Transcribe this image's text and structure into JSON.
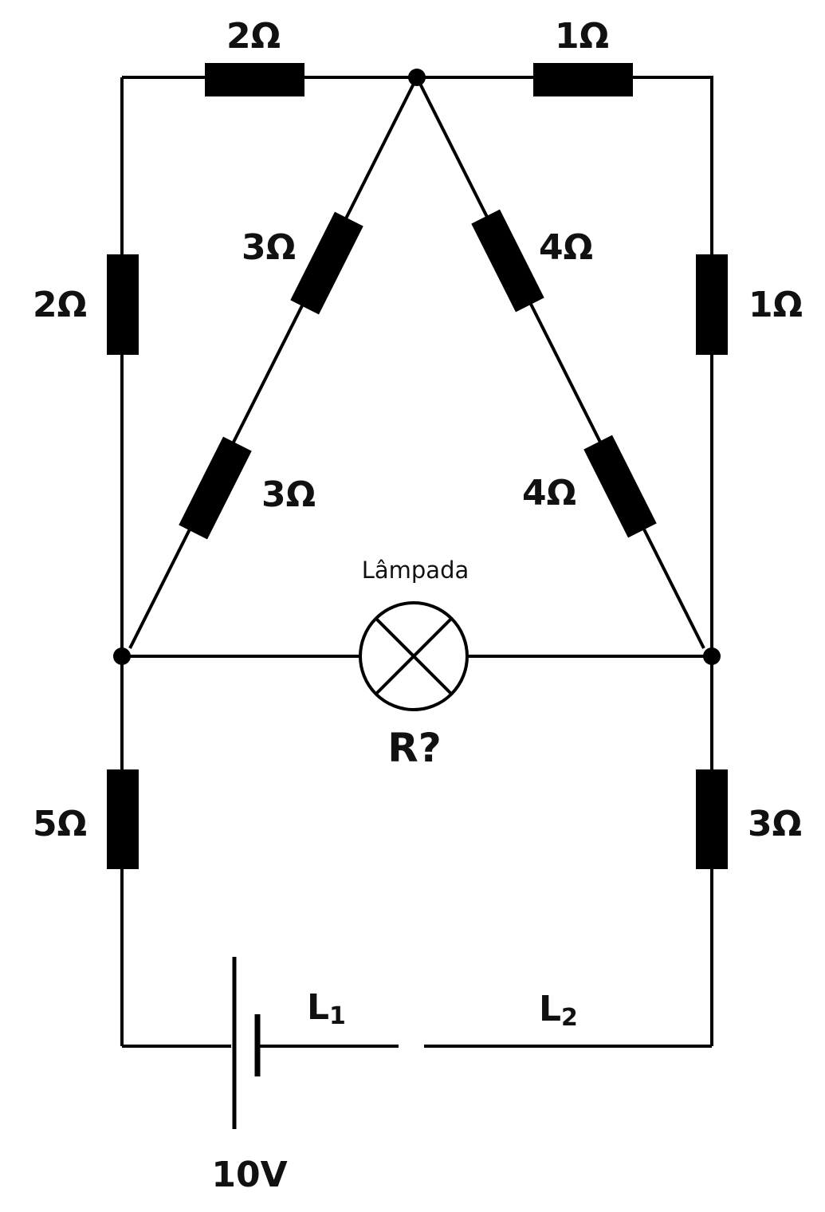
{
  "resistors": {
    "top_left": "2Ω",
    "top_right": "1Ω",
    "left_upper": "2Ω",
    "right_upper": "1Ω",
    "diag_left_upper": "3Ω",
    "diag_left_lower": "3Ω",
    "diag_right_upper": "4Ω",
    "diag_right_lower": "4Ω",
    "left_lower": "5Ω",
    "right_lower": "3Ω"
  },
  "lamp": {
    "label": "Lâmpada",
    "resistance_label": "R?"
  },
  "battery": {
    "voltage": "10V"
  },
  "switches": {
    "l1_letter": "L",
    "l1_sub": "1",
    "l2_letter": "L",
    "l2_sub": "2"
  }
}
